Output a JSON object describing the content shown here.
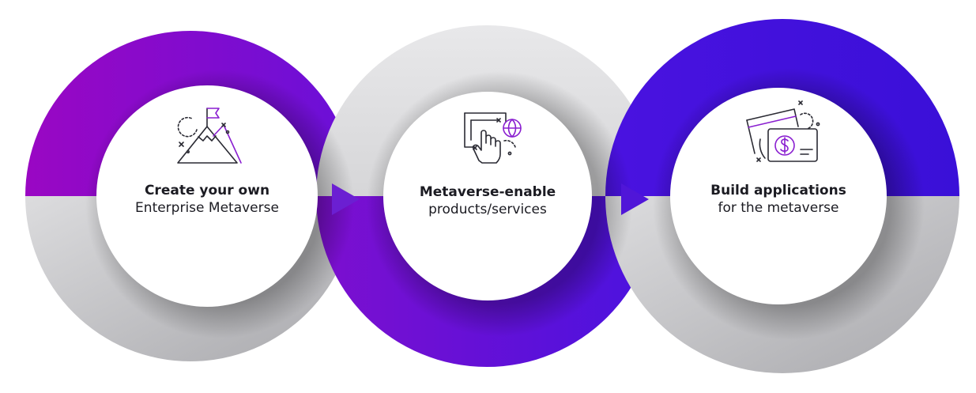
{
  "steps": [
    {
      "title": "Create your own",
      "subtitle": "Enterprise Metaverse",
      "icon": "mountain-flag-icon"
    },
    {
      "title": "Metaverse-enable",
      "subtitle": "products/services",
      "icon": "hand-touch-screen-globe-icon"
    },
    {
      "title": "Build applications",
      "subtitle": "for the metaverse",
      "icon": "cards-dollar-payment-icon"
    }
  ],
  "colors": {
    "purple": "#9a08c4",
    "violet": "#6a0fd6",
    "blue": "#3b10e0",
    "grey_light": "#e4e4e6",
    "grey_mid": "#cfcfd2",
    "grey_dark": "#a8a8ac",
    "arrow": "#6b1fd2",
    "icon_stroke": "#2a2a33",
    "icon_accent": "#8a1fd0"
  }
}
